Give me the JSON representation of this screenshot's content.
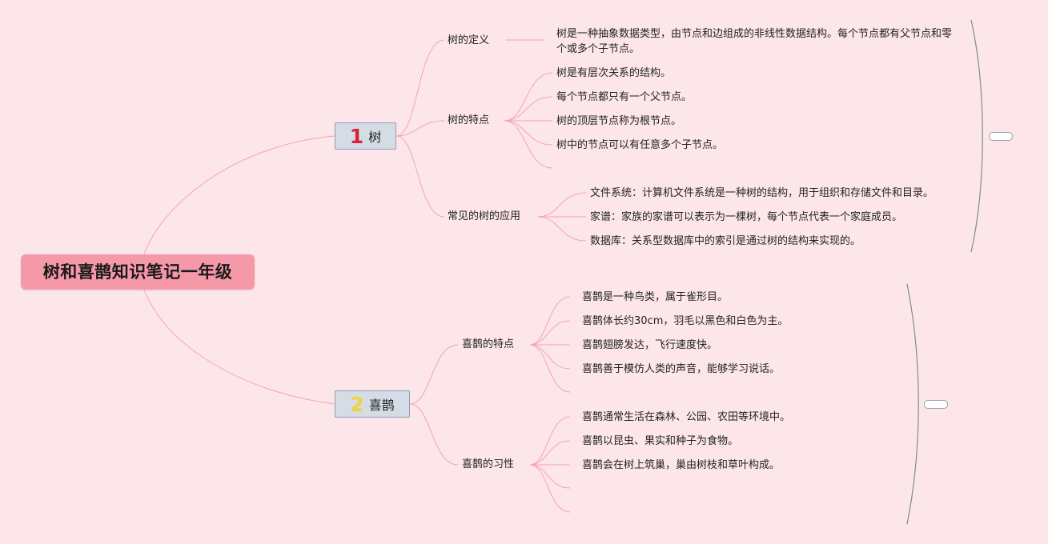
{
  "root": {
    "label": "树和喜鹊知识笔记一年级"
  },
  "branches": [
    {
      "number": "1",
      "label": "树",
      "number_color": "#d8203a",
      "topics": [
        {
          "label": "树的定义",
          "items": [
            "树是一种抽象数据类型，由节点和边组成的非线性数据结构。每个节点都有父节点和零个或多个子节点。"
          ]
        },
        {
          "label": "树的特点",
          "items": [
            "树是有层次关系的结构。",
            "每个节点都只有一个父节点。",
            "树的顶层节点称为根节点。",
            "树中的节点可以有任意多个子节点。",
            ""
          ]
        },
        {
          "label": "常见的树的应用",
          "items": [
            "文件系统：计算机文件系统是一种树的结构，用于组织和存储文件和目录。",
            "家谱：家族的家谱可以表示为一棵树，每个节点代表一个家庭成员。",
            "数据库：关系型数据库中的索引是通过树的结构来实现的。"
          ]
        }
      ]
    },
    {
      "number": "2",
      "label": "喜鹊",
      "number_color": "#f2d23a",
      "topics": [
        {
          "label": "喜鹊的特点",
          "items": [
            "喜鹊是一种鸟类，属于雀形目。",
            "喜鹊体长约30cm，羽毛以黑色和白色为主。",
            "喜鹊翅膀发达，飞行速度快。",
            "喜鹊善于模仿人类的声音，能够学习说话。",
            ""
          ]
        },
        {
          "label": "喜鹊的习性",
          "items": [
            "喜鹊通常生活在森林、公园、农田等环境中。",
            "喜鹊以昆虫、果实和种子为食物。",
            "喜鹊会在树上筑巢，巢由树枝和草叶构成。",
            "",
            ""
          ]
        }
      ]
    }
  ],
  "colors": {
    "background": "#fde6ea",
    "root_fill": "#f598a8",
    "branch_fill": "#d4dde6",
    "connector": "#f4a3b3",
    "bracket": "#7f8c8d"
  }
}
